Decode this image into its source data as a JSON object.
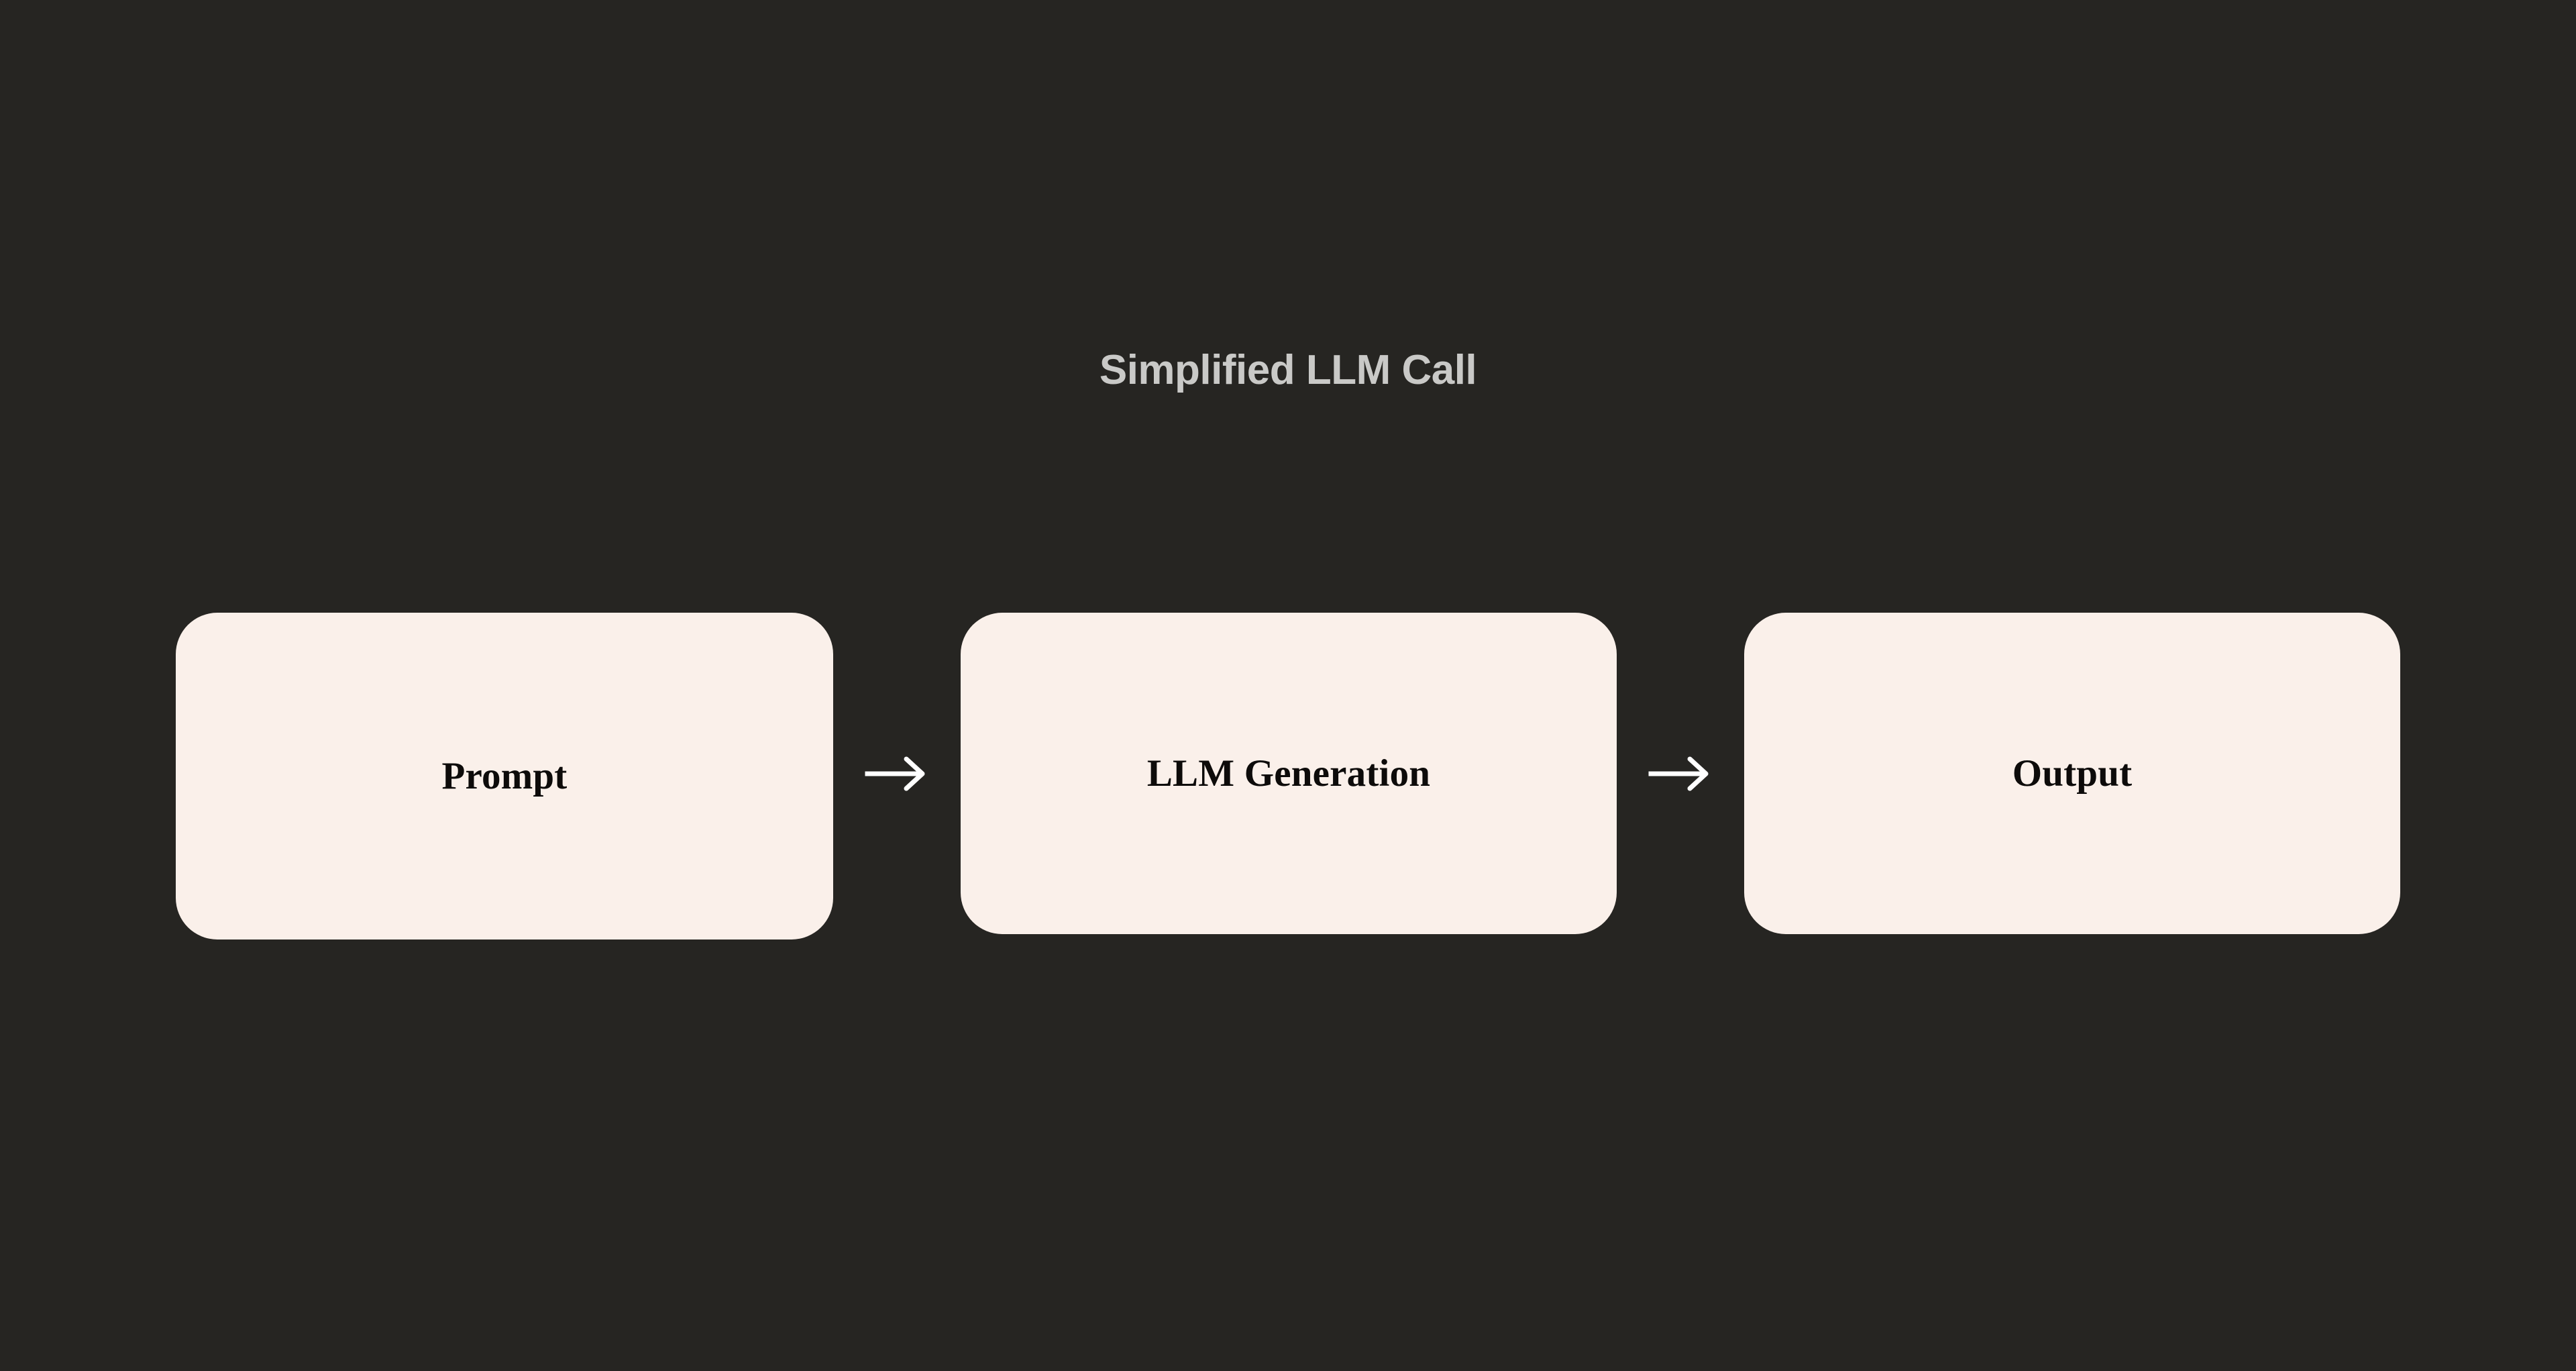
{
  "diagram": {
    "title": "Simplified LLM Call",
    "background_color": "#262522",
    "node_fill_color": "#faf0ea",
    "node_text_color": "#0d0b0a",
    "title_color": "#c9c9c7",
    "arrow_color": "#ffffff",
    "nodes": [
      {
        "id": "prompt",
        "label": "Prompt"
      },
      {
        "id": "llm-generation",
        "label": "LLM Generation"
      },
      {
        "id": "output",
        "label": "Output"
      }
    ],
    "connectors": [
      {
        "id": "arrow-prompt-to-llm",
        "icon": "arrow-right-icon",
        "glyph": "→"
      },
      {
        "id": "arrow-llm-to-output",
        "icon": "arrow-right-icon",
        "glyph": "→"
      }
    ]
  }
}
